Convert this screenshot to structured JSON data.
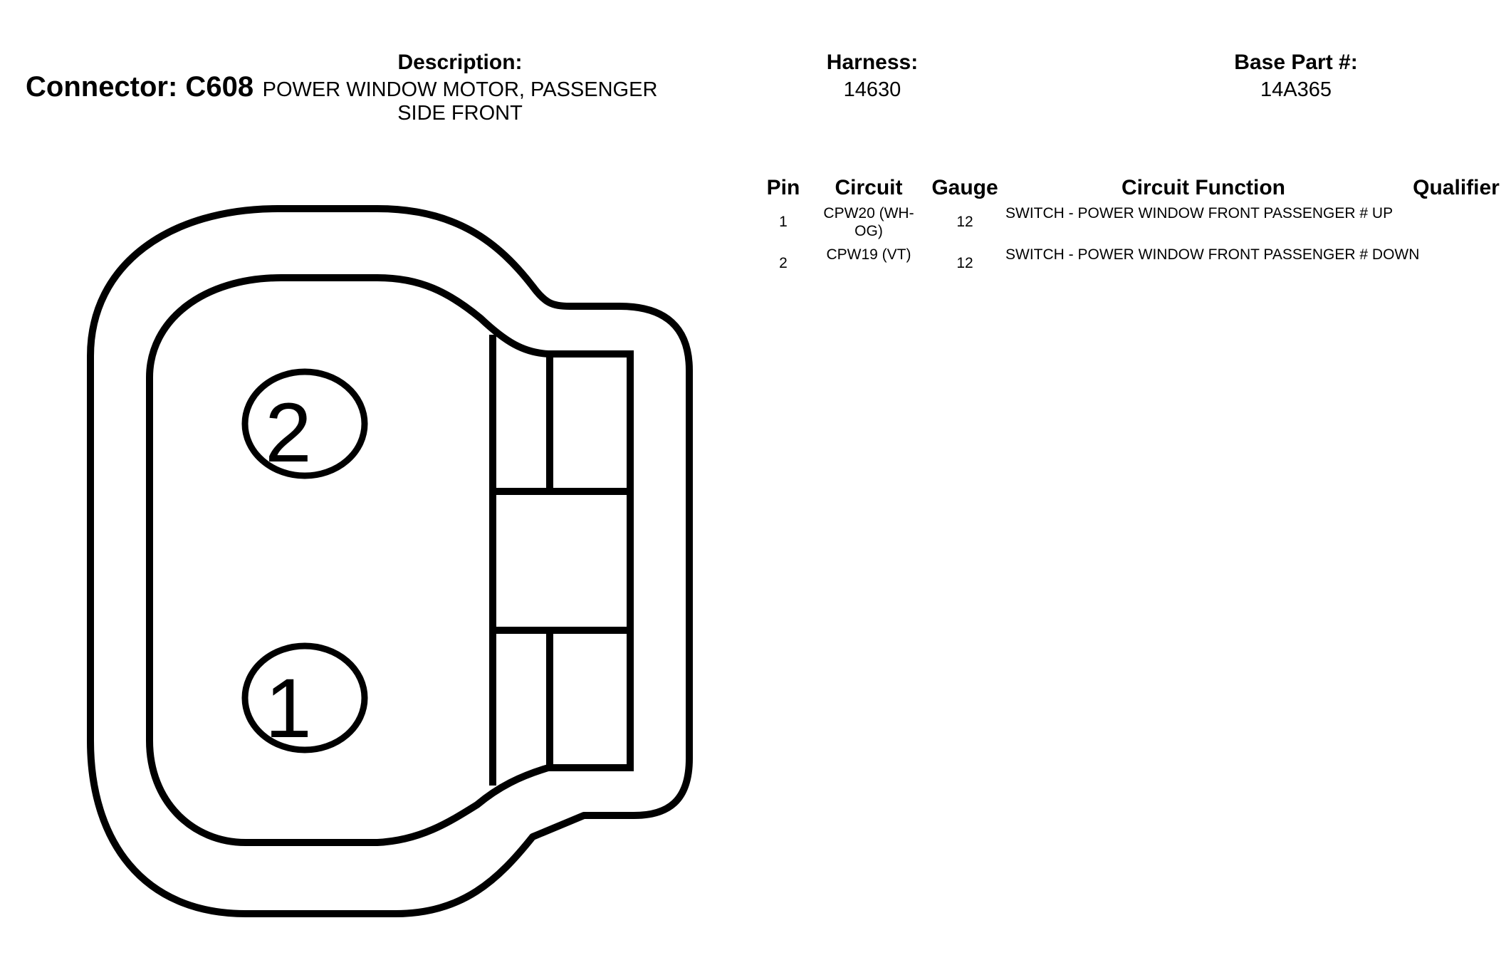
{
  "header": {
    "connector_label": "Connector: C608",
    "description_label": "Description:",
    "description_value": "POWER WINDOW MOTOR, PASSENGER SIDE FRONT",
    "harness_label": "Harness:",
    "harness_value": "14630",
    "base_part_label": "Base Part #:",
    "base_part_value": "14A365"
  },
  "table": {
    "columns": [
      "Pin",
      "Circuit",
      "Gauge",
      "Circuit Function",
      "Qualifier"
    ],
    "rows": [
      {
        "pin": "1",
        "circuit": "CPW20 (WH-OG)",
        "gauge": "12",
        "function": "SWITCH - POWER WINDOW FRONT PASSENGER # UP",
        "qualifier": ""
      },
      {
        "pin": "2",
        "circuit": "CPW19 (VT)",
        "gauge": "12",
        "function": "SWITCH - POWER WINDOW FRONT PASSENGER # DOWN",
        "qualifier": ""
      }
    ]
  },
  "diagram": {
    "pins": [
      {
        "label": "2"
      },
      {
        "label": "1"
      }
    ],
    "stroke_color": "#000000"
  }
}
